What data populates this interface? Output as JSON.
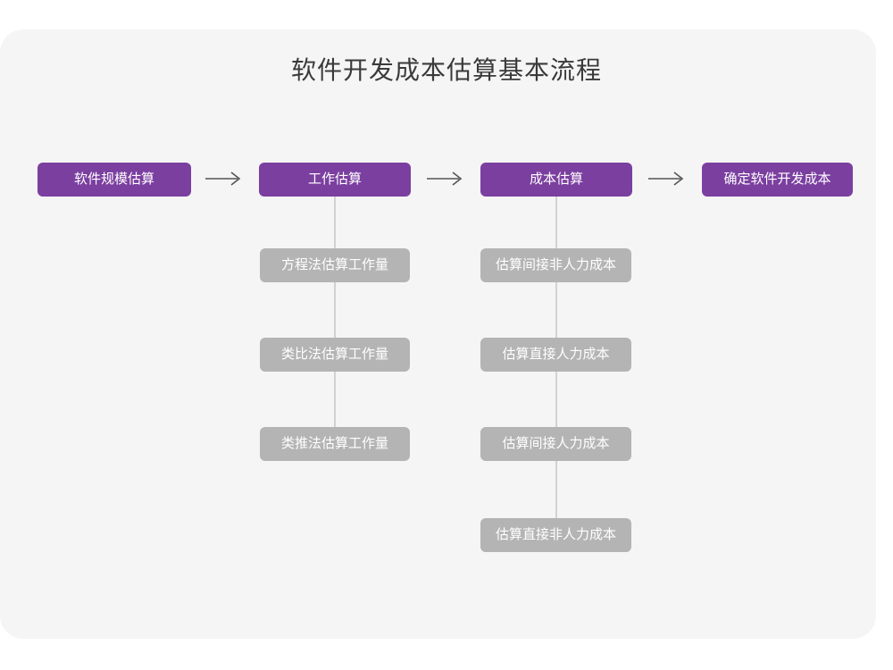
{
  "diagram": {
    "title": "软件开发成本估算基本流程",
    "colors": {
      "canvas_background": "#f5f5f5",
      "page_background": "#ffffff",
      "primary_node": "#7b3fa0",
      "secondary_node": "#b4b4b4",
      "node_text": "#ffffff",
      "title_text": "#3a3a3a",
      "connector_line": "#d2d2d2",
      "arrow": "#555555"
    },
    "main_flow": [
      {
        "label": "软件规模估算"
      },
      {
        "label": "工作估算"
      },
      {
        "label": "成本估算"
      },
      {
        "label": "确定软件开发成本"
      }
    ],
    "arrows": [
      {
        "glyph": "⟶"
      },
      {
        "glyph": "⟶"
      },
      {
        "glyph": "⟶"
      }
    ],
    "branches": [
      {
        "parent": "工作估算",
        "items": [
          {
            "label": "方程法估算工作量"
          },
          {
            "label": "类比法估算工作量"
          },
          {
            "label": "类推法估算工作量"
          }
        ]
      },
      {
        "parent": "成本估算",
        "items": [
          {
            "label": "估算间接非人力成本"
          },
          {
            "label": "估算直接人力成本"
          },
          {
            "label": "估算间接人力成本"
          },
          {
            "label": "估算直接非人力成本"
          }
        ]
      }
    ]
  }
}
